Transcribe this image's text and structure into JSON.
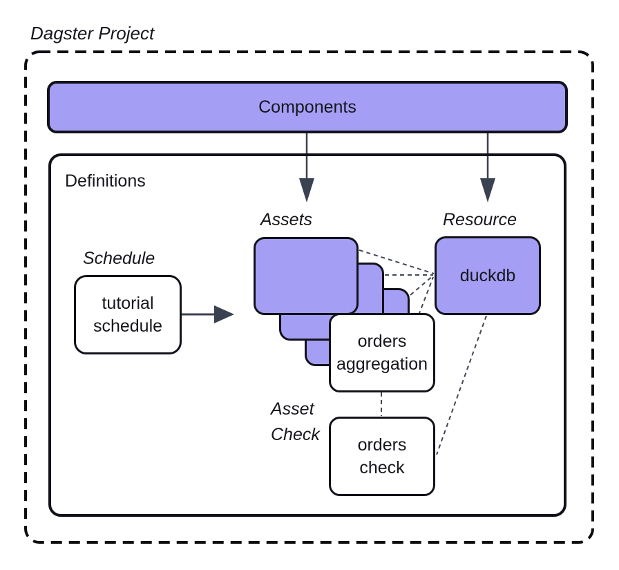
{
  "title": "Dagster Project",
  "components": {
    "label": "Components"
  },
  "definitions": {
    "label": "Definitions"
  },
  "schedule": {
    "section_label": "Schedule",
    "box": {
      "line1": "tutorial",
      "line2": "schedule"
    }
  },
  "assets": {
    "section_label": "Assets",
    "stack_count": 3,
    "box": {
      "line1": "orders",
      "line2": "aggregation"
    }
  },
  "resource": {
    "section_label": "Resource",
    "box": {
      "label": "duckdb"
    }
  },
  "asset_check": {
    "section_label_line1": "Asset",
    "section_label_line2": "Check",
    "box": {
      "line1": "orders",
      "line2": "check"
    }
  },
  "colors": {
    "purple_fill": "#a49ef4",
    "box_border": "#12121a",
    "outer_dashed_border": "#0d0d12",
    "arrow": "#3a4150",
    "dashed_connector": "#3f4654"
  }
}
